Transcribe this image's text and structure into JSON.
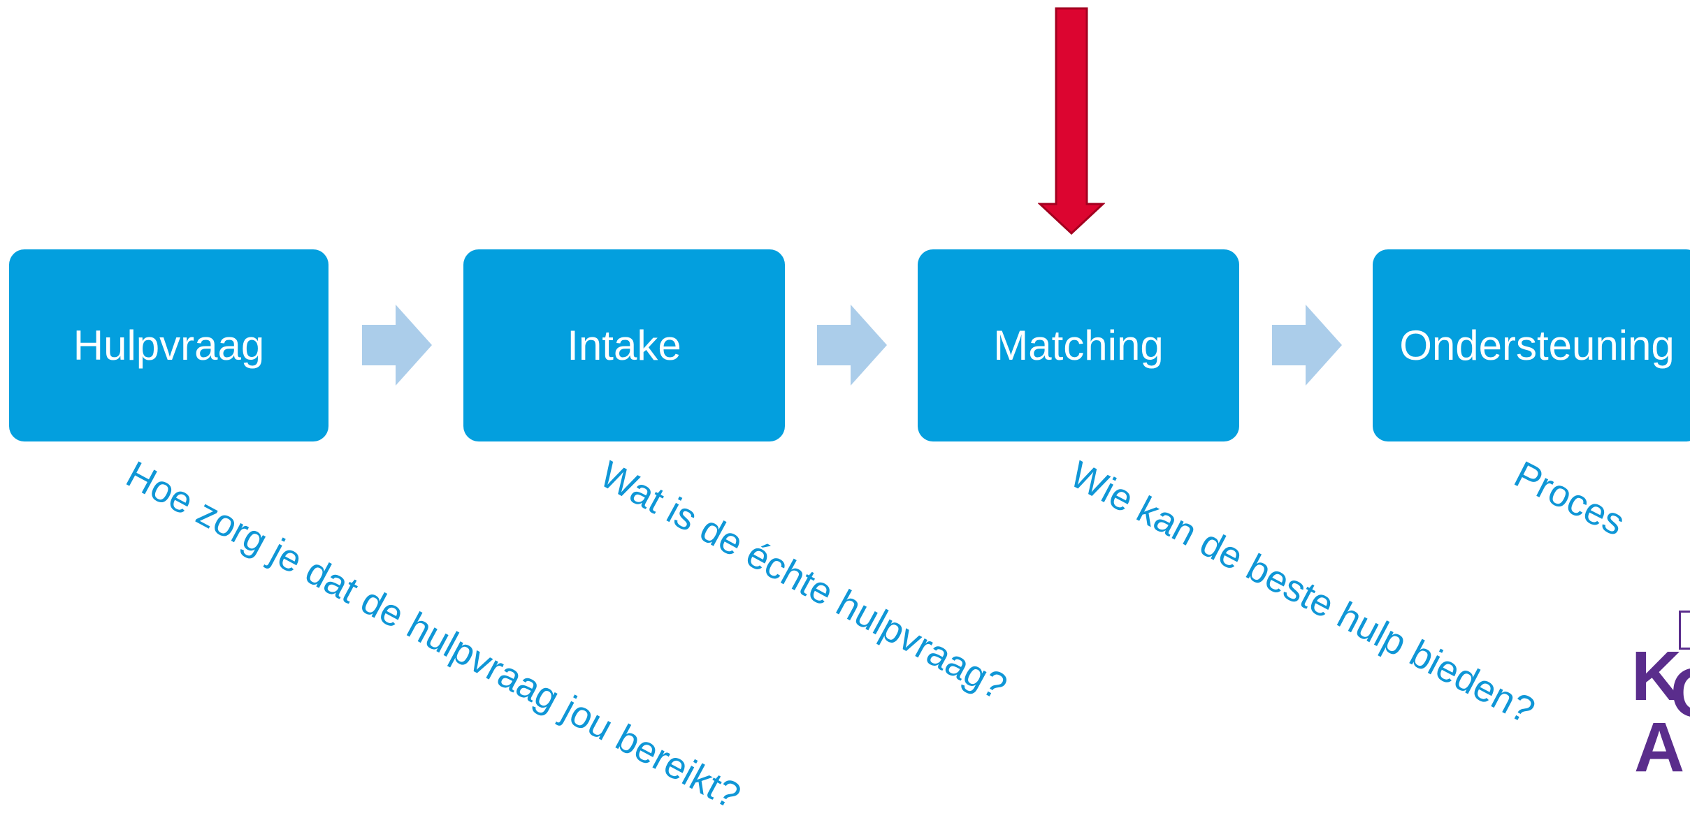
{
  "steps": [
    {
      "label": "Hulpvraag"
    },
    {
      "label": "Intake"
    },
    {
      "label": "Matching"
    },
    {
      "label": "Ondersteuning"
    }
  ],
  "questions": [
    "Hoe zorg je dat de hulpvraag jou bereikt?",
    "Wat is de échte hulpvraag?",
    "Wie kan de beste hulp bieden?",
    "Proces"
  ],
  "logo": {
    "text": "KCA"
  },
  "colors": {
    "box": "#039fde",
    "box_text": "#ffffff",
    "question_text": "#0f96d6",
    "flow_arrow": "#abcdea",
    "marker_arrow": "#dc0530",
    "logo": "#5a2d8c"
  },
  "highlighted_step": "Matching"
}
